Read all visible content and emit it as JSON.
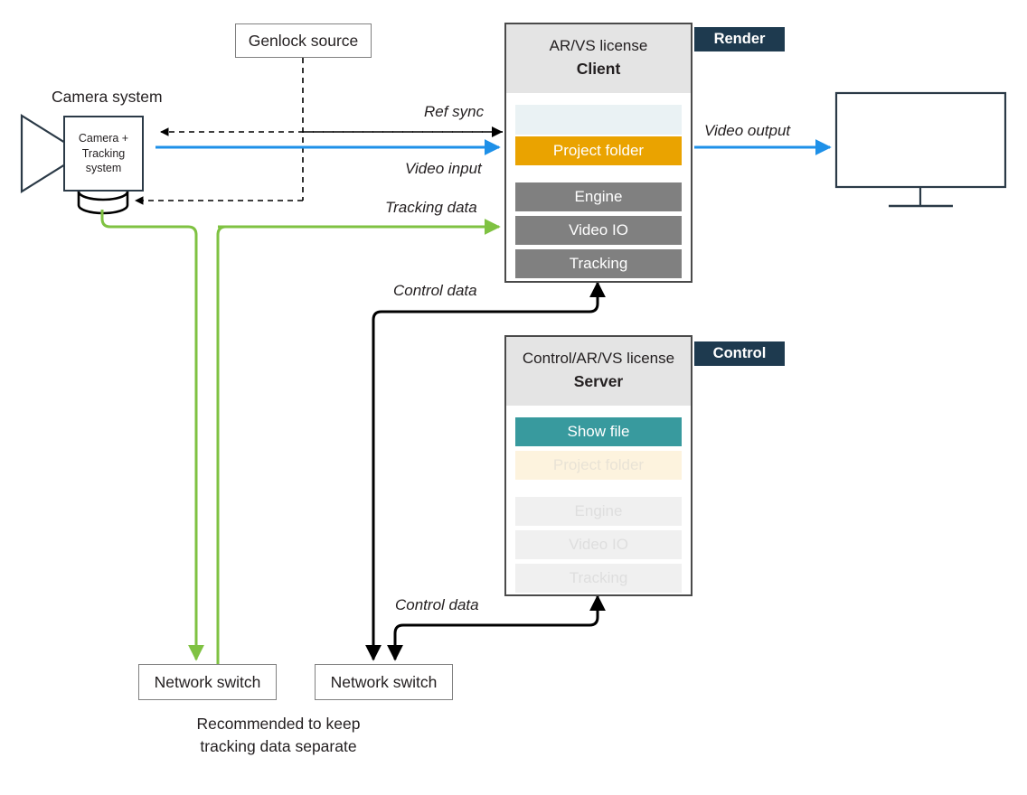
{
  "diagram": {
    "title": "AR/VS Client-Server topology",
    "colors": {
      "blue_video": "#1e90e8",
      "green_tracking": "#7fc242",
      "black_control": "#000000",
      "orange_active": "#eaa300",
      "teal_active": "#389a9e",
      "gray_module": "#808080",
      "badge_navy": "#1e3a4f",
      "header_gray": "#e4e4e4"
    }
  },
  "genlock": {
    "label": "Genlock source"
  },
  "camera": {
    "group_label": "Camera system",
    "body_label": "Camera +\nTracking\nsystem",
    "body_line1": "Camera +",
    "body_line2": "Tracking",
    "body_line3": "system"
  },
  "client": {
    "license": "AR/VS license",
    "role": "Client",
    "badge": "Render",
    "rows": [
      {
        "label": "",
        "state": "blank"
      },
      {
        "label": "Project folder",
        "state": "active-orange"
      },
      {
        "label": "Engine",
        "state": "module"
      },
      {
        "label": "Video IO",
        "state": "module"
      },
      {
        "label": "Tracking",
        "state": "module"
      }
    ]
  },
  "server": {
    "license": "Control/AR/VS license",
    "role": "Server",
    "badge": "Control",
    "rows": [
      {
        "label": "Show file",
        "state": "active-teal"
      },
      {
        "label": "Project folder",
        "state": "faded-cream"
      },
      {
        "label": "Engine",
        "state": "faded"
      },
      {
        "label": "Video IO",
        "state": "faded"
      },
      {
        "label": "Tracking",
        "state": "faded"
      }
    ]
  },
  "switches": {
    "left": "Network switch",
    "right": "Network switch"
  },
  "wire_labels": {
    "ref_sync": "Ref sync",
    "video_input": "Video input",
    "tracking_data": "Tracking data",
    "video_output": "Video output",
    "control_data_top": "Control data",
    "control_data_bottom": "Control data"
  },
  "note": {
    "line1": "Recommended to keep",
    "line2": "tracking data separate"
  },
  "monitor": {
    "name": "display-monitor"
  }
}
